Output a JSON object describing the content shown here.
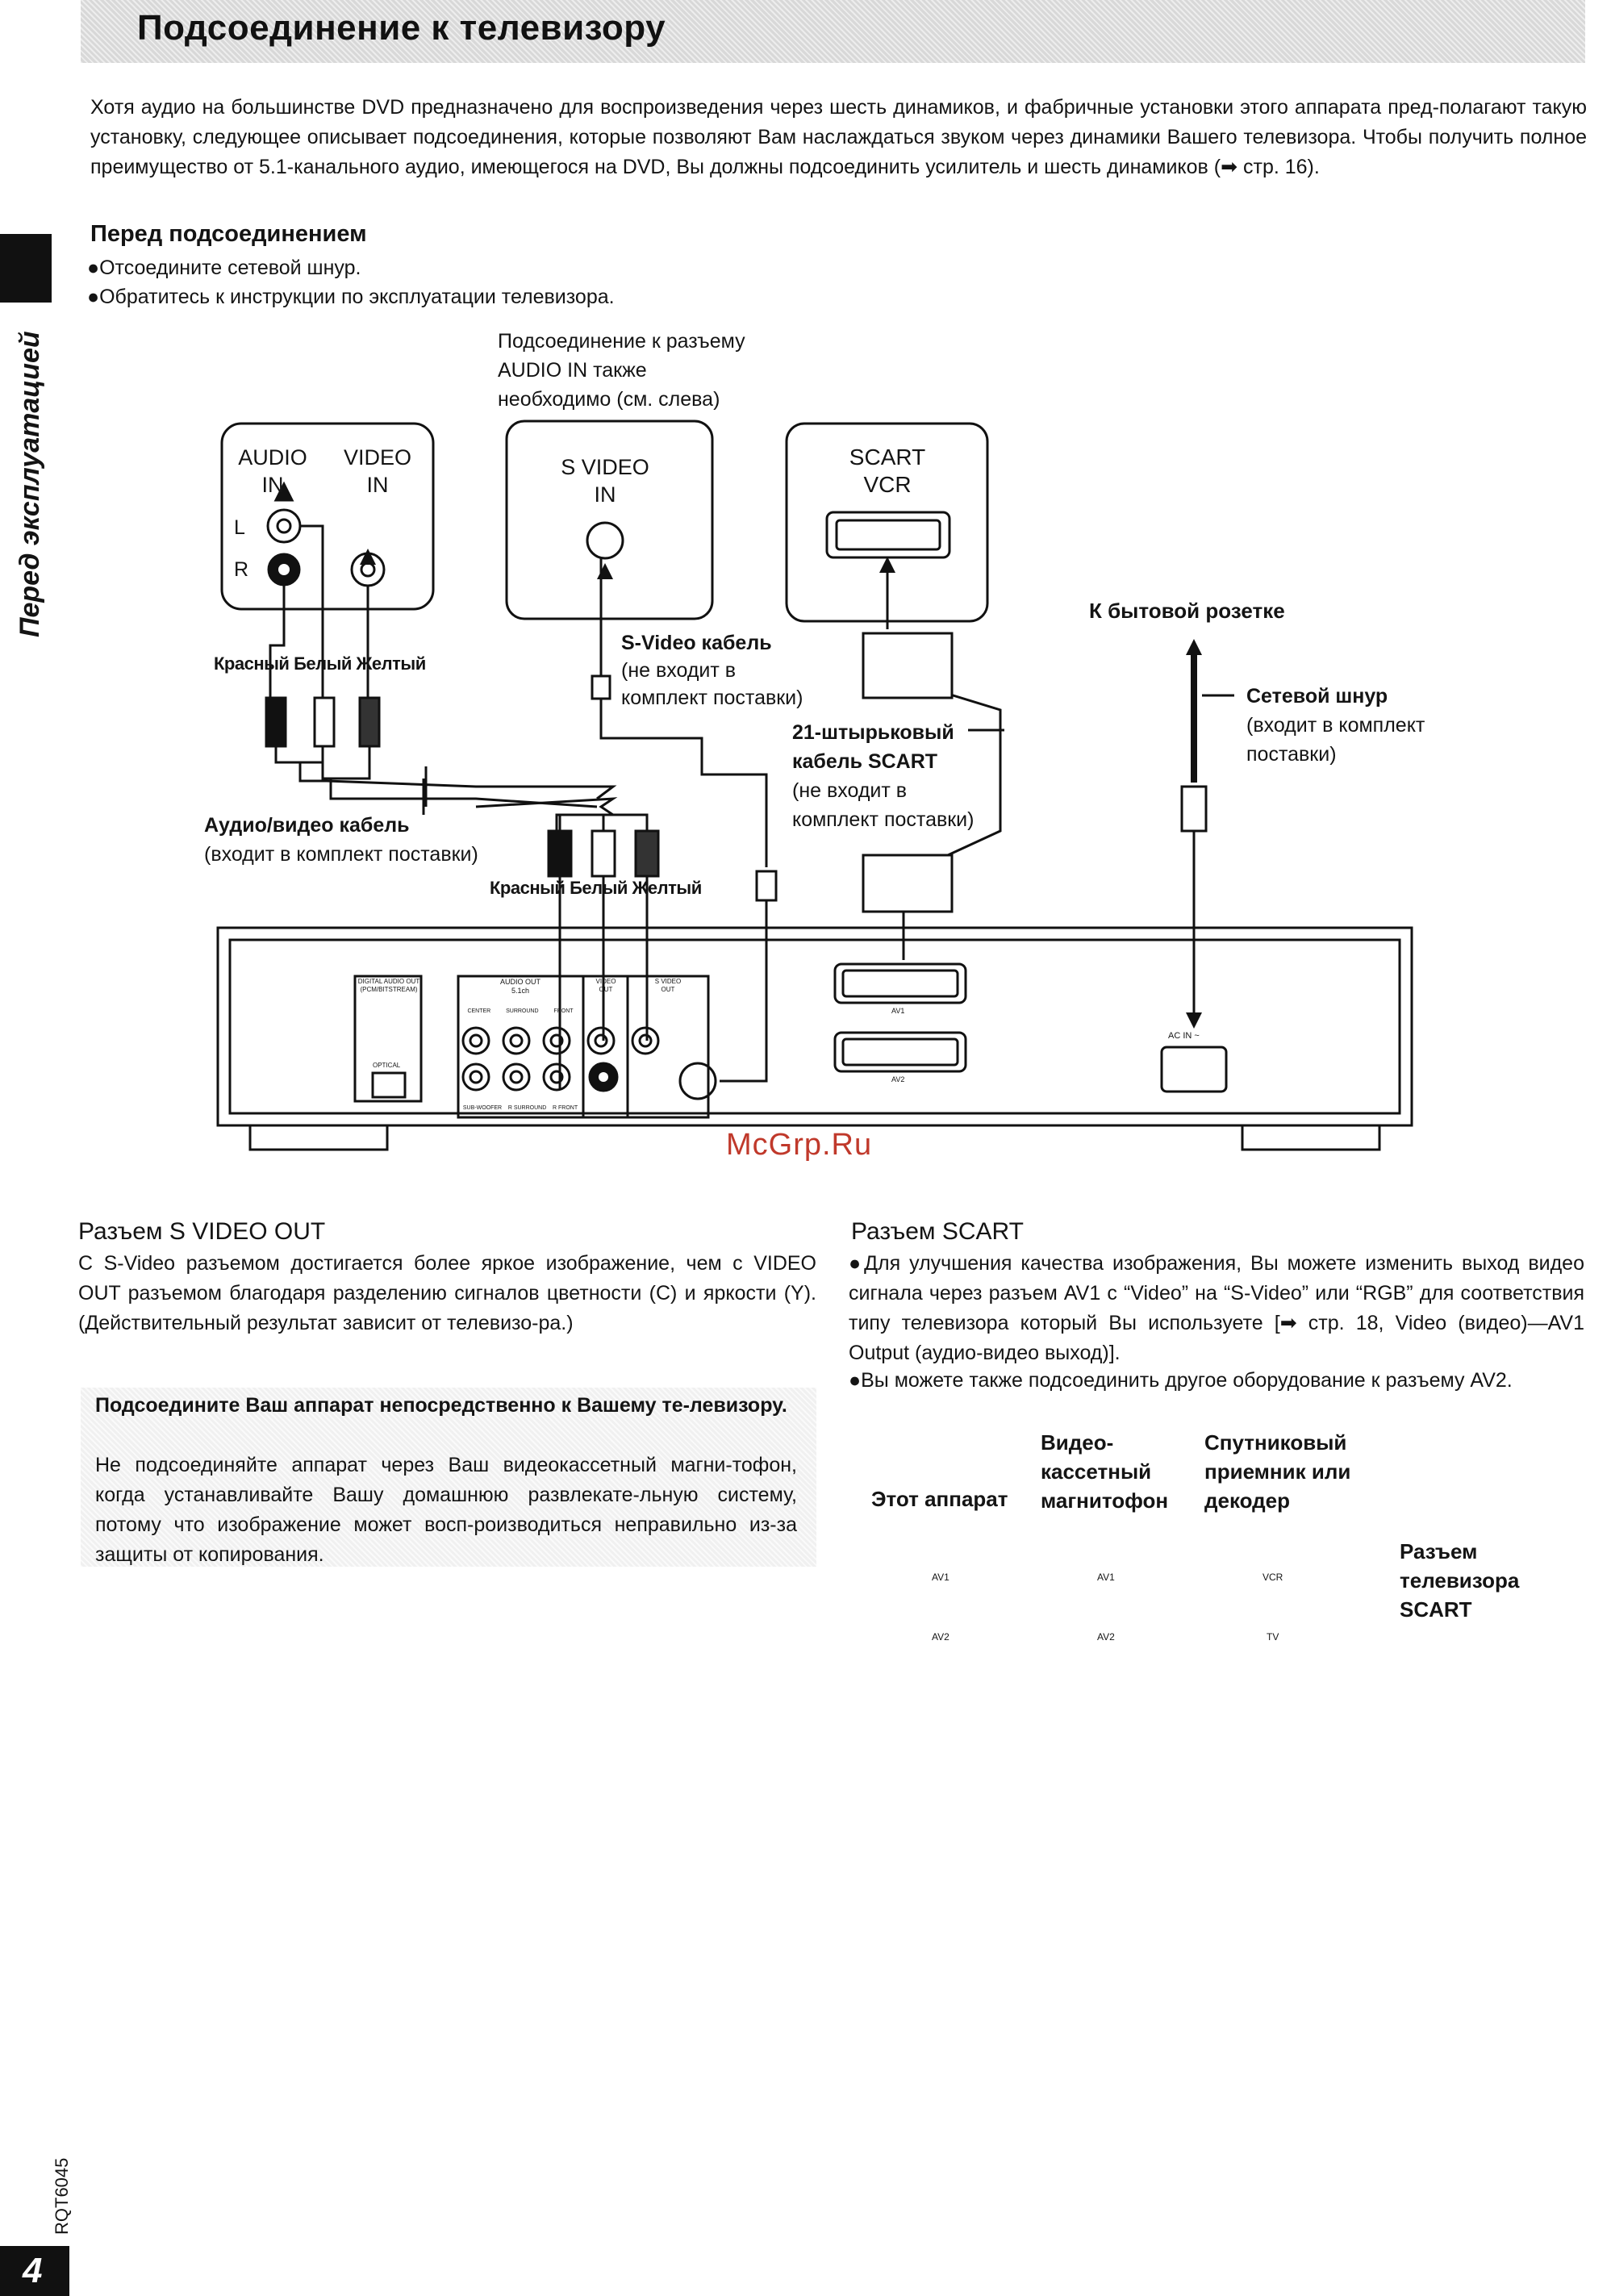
{
  "header": {
    "title": "Подсоединение к телевизору"
  },
  "intro": "Хотя аудио на большинстве DVD предназначено для воспроизведения через шесть динамиков, и фабричные установки этого аппарата пред-полагают такую установку, следующее описывает подсоединения, которые позволяют Вам наслаждаться звуком через динамики Вашего телевизора. Чтобы получить полное преимущество от 5.1-канального аудио, имеющегося на DVD, Вы должны подсоединить усилитель и шесть динамиков (➡ стр. 16).",
  "before": {
    "heading": "Перед подсоединением",
    "items": [
      "●Отсоедините сетевой шнур.",
      "●Обратитесь к инструкции по эксплуатации телевизора."
    ]
  },
  "side_tab": "Перед эксплуатацией",
  "diagram": {
    "note": [
      "Подсоединение к разъему",
      "AUDIO IN также",
      "необходимо (см. слева)"
    ],
    "tv_audio": [
      "AUDIO",
      "IN"
    ],
    "tv_video": [
      "VIDEO",
      "IN"
    ],
    "jack_l": "L",
    "jack_r": "R",
    "svideo_in": [
      "S VIDEO",
      "IN"
    ],
    "scart_vcr": [
      "SCART",
      "VCR"
    ],
    "outlet": "К бытовой розетке",
    "colors_top": [
      "Красный",
      "Белый",
      "Желтый"
    ],
    "colors_bottom": [
      "Красный",
      "Белый",
      "Желтый"
    ],
    "svideo_cable": [
      "S-Video кабель",
      "(не входит в",
      "комплект поставки)"
    ],
    "scart_cable": [
      "21-штырьковый",
      "кабель SCART",
      "(не входит в",
      "комплект поставки)"
    ],
    "power_cord": [
      "Сетевой шнур",
      "(входит в комплект",
      "поставки)"
    ],
    "av_cable": [
      "Аудио/видео кабель",
      "(входит в комплект поставки)"
    ],
    "panel": {
      "digital_out": [
        "DIGITAL AUDIO OUT",
        "(PCM/BITSTREAM)"
      ],
      "optical": "OPTICAL",
      "audio_out": "AUDIO OUT",
      "audio_out_sub": "5.1ch",
      "ch_labels_top": [
        "CENTER",
        "SURROUND",
        "FRONT"
      ],
      "ch_labels_bottom": [
        "SUB-WOOFER",
        "R SURROUND",
        "R FRONT"
      ],
      "video": "VIDEO",
      "video_sub": "OUT",
      "svideo_out": [
        "S VIDEO",
        "OUT"
      ],
      "av1": "AV1",
      "av2": "AV2",
      "ac_in": "AC IN ~"
    }
  },
  "watermark": "McGrp.Ru",
  "svideo_out_section": {
    "heading": "Разъем S VIDEO OUT",
    "body": "С S-Video разъемом достигается более яркое изображение, чем с VIDEO OUT разъемом благодаря разделению сигналов цветности (C) и яркости (Y). (Действительный результат зависит от телевизо-ра.)",
    "note_heading": "Подсоедините Ваш аппарат непосредственно к Вашему те-левизору.",
    "note_body": "Не подсоединяйте аппарат через Ваш видеокассетный магни-тофон, когда устанавливайте Вашу домашнюю развлекате-льную систему, потому что изображение может восп-роизводиться неправильно из-за защиты от копирования."
  },
  "scart_section": {
    "heading": "Разъем SCART",
    "items": [
      "●Для улучшения качества изображения, Вы можете изменить выход видео сигнала через разъем AV1 с “Video” на “S-Video” или “RGB” для соответствия типу телевизора который Вы используете [➡ стр. 18, Video (видео)—AV1 Output (аудио-видео выход)].",
      "●Вы можете также подсоединить другое оборудование к разъему AV2."
    ],
    "chain": {
      "this_unit": "Этот аппарат",
      "vcr": [
        "Видео-",
        "кассетный",
        "магнитофон"
      ],
      "sat": [
        "Спутниковый",
        "приемник или",
        "декодер"
      ],
      "tv": [
        "Разъем",
        "телевизора",
        "SCART"
      ],
      "labels_unit": [
        "AV1",
        "AV2"
      ],
      "labels_vcr": [
        "AV1",
        "AV2"
      ],
      "labels_sat": [
        "VCR",
        "TV"
      ]
    }
  },
  "footer": {
    "code": "RQT6045",
    "page": "4"
  }
}
